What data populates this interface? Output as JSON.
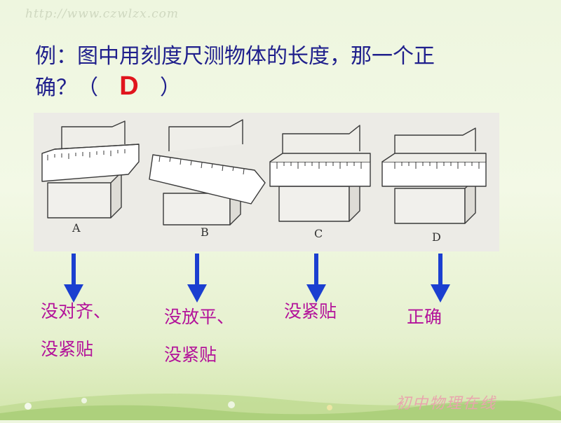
{
  "watermark_url": "http://www.czwlzx.com",
  "question": {
    "line1": "例：图中用刻度尺测物体的长度，那一个正",
    "line2_prefix": "确？（",
    "answer": "D",
    "line2_suffix": "）"
  },
  "figure": {
    "panel_labels": [
      "A",
      "B",
      "C",
      "D"
    ]
  },
  "answers": [
    {
      "line1": "没对齐、",
      "line2": "没紧贴"
    },
    {
      "line1": "没放平、",
      "line2": "没紧贴"
    },
    {
      "line1": "没紧贴"
    },
    {
      "line1": "正确"
    }
  ],
  "footer_watermark": "初中物理在线",
  "colors": {
    "question_text": "#1f1f8c",
    "answer_letter": "#e0151d",
    "label_text": "#b3129a",
    "arrow": "#1b3fd0"
  }
}
